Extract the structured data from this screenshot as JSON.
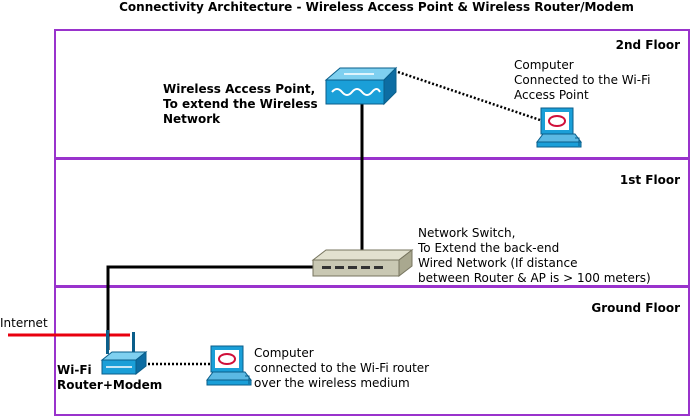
{
  "title": "Connectivity Architecture - Wireless Access Point & Wireless Router/Modem",
  "floors": {
    "second": "2nd Floor",
    "first": "1st Floor",
    "ground": "Ground Floor"
  },
  "labels": {
    "access_point": [
      "Wireless Access Point,",
      "To extend the Wireless",
      "Network"
    ],
    "ap_computer": [
      "Computer",
      "Connected to the Wi-Fi",
      "Access Point"
    ],
    "switch": [
      "Network Switch,",
      "To Extend the back-end",
      "Wired Network (If distance",
      "between Router & AP is > 100 meters)"
    ],
    "internet": "Internet",
    "router": [
      "Wi-Fi",
      "Router+Modem"
    ],
    "router_computer": [
      "Computer",
      "connected to the Wi-Fi router",
      "over the wireless medium"
    ]
  },
  "colors": {
    "floor_border": "#9933cc",
    "internet_line": "#e8000f",
    "cable": "#000000",
    "device_blue": "#1a9fd8",
    "switch_body": "#c9c8b3"
  }
}
